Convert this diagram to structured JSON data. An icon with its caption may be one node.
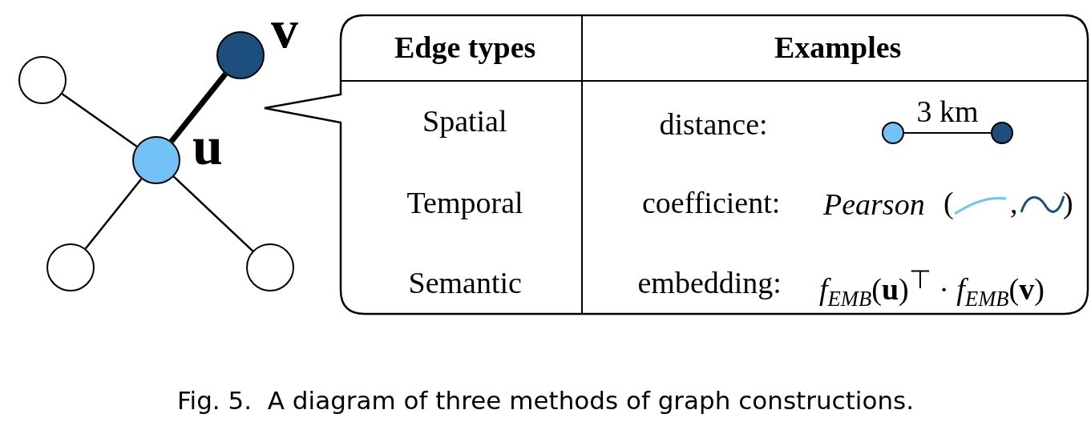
{
  "diagram": {
    "caption": "Fig. 5.  A diagram of three methods of graph constructions.",
    "nodes": [
      {
        "text": [],
        "shape": "circle"
      },
      {
        "text": [],
        "shape": "circle",
        "beside": [
          "v"
        ]
      },
      {
        "text": [],
        "shape": "circle",
        "beside": [
          "u"
        ]
      },
      {
        "text": [],
        "shape": "circle"
      },
      {
        "text": [],
        "shape": "circle"
      },
      {
        "text": [],
        "shape": "box"
      }
    ],
    "edges": [
      {
        "from": 0,
        "to": 2,
        "arrow": "none"
      },
      {
        "from": 2,
        "to": 1,
        "arrow": "none",
        "style": "thick"
      },
      {
        "from": 3,
        "to": 2,
        "arrow": "none"
      },
      {
        "from": 4,
        "to": 2,
        "arrow": "none"
      }
    ],
    "labels": [
      "Edge types",
      "Examples",
      "Spatial",
      "distance:",
      "3 km",
      "Temporal",
      "coefficient:",
      "Pearson",
      "(",
      ",",
      ")",
      "Semantic",
      "embedding:",
      "*f*$_{EMB}$(**u**)$^{⊤}$ · *f*$_{EMB}$(**v**)"
    ]
  }
}
